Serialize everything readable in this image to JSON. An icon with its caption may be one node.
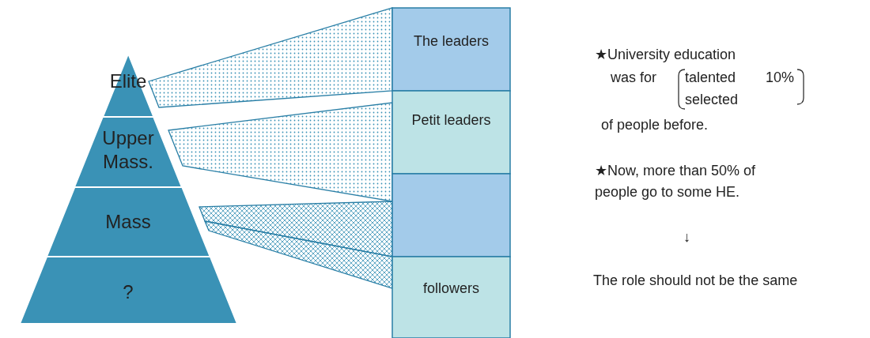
{
  "diagram": {
    "nodes": [
      {
        "text": [
          "Elite"
        ]
      },
      {
        "text": [
          "Upper Mass."
        ]
      },
      {
        "text": [
          "Mass"
        ]
      },
      {
        "text": [
          "?"
        ]
      },
      {
        "text": [
          "The leaders"
        ]
      },
      {
        "text": [
          "Petit leaders"
        ]
      },
      {
        "text": [],
        "shape": "box"
      },
      {
        "text": [
          "followers"
        ]
      }
    ],
    "edges": [
      {
        "from": 0,
        "to": 4,
        "arrow": "none"
      },
      {
        "from": 1,
        "to": 5,
        "arrow": "none"
      },
      {
        "from": 2,
        "to": 6,
        "arrow": "none"
      },
      {
        "from": 2,
        "to": 7,
        "arrow": "none"
      }
    ],
    "labels": [
      "★University education",
      "was for",
      "talented",
      "10%",
      "selected",
      "of people before.",
      "★Now, more than 50% of people go to some HE.",
      "↓",
      "The role should not be the same"
    ]
  }
}
